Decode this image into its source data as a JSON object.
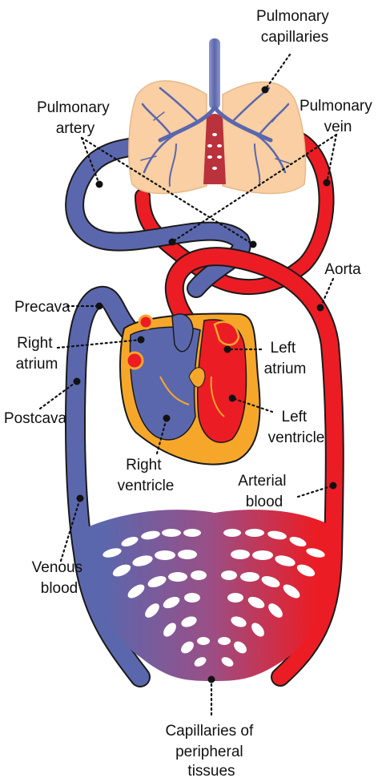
{
  "colors": {
    "venous": "#5b67ad",
    "arterial": "#ec1c24",
    "lung": "#f9cfa3",
    "heart_outer": "#f6a72a",
    "outline": "#1a1a1a",
    "label": "#111111"
  },
  "labels": {
    "pulmonary_capillaries": [
      "Pulmonary",
      "capillaries"
    ],
    "pulmonary_vein": [
      "Pulmonary",
      "vein"
    ],
    "pulmonary_artery": [
      "Pulmonary",
      "artery"
    ],
    "aorta": [
      "Aorta"
    ],
    "precava": [
      "Precava"
    ],
    "right_atrium": [
      "Right",
      "atrium"
    ],
    "left_atrium": [
      "Left",
      "atrium"
    ],
    "postcava": [
      "Postcava"
    ],
    "left_ventricle": [
      "Left",
      "ventricle"
    ],
    "right_ventricle": [
      "Right",
      "ventricle"
    ],
    "arterial_blood": [
      "Arterial",
      "blood"
    ],
    "venous_blood": [
      "Venous",
      "blood"
    ],
    "capillaries_peripheral": [
      "Capillaries of",
      "peripheral",
      "tissues"
    ]
  }
}
